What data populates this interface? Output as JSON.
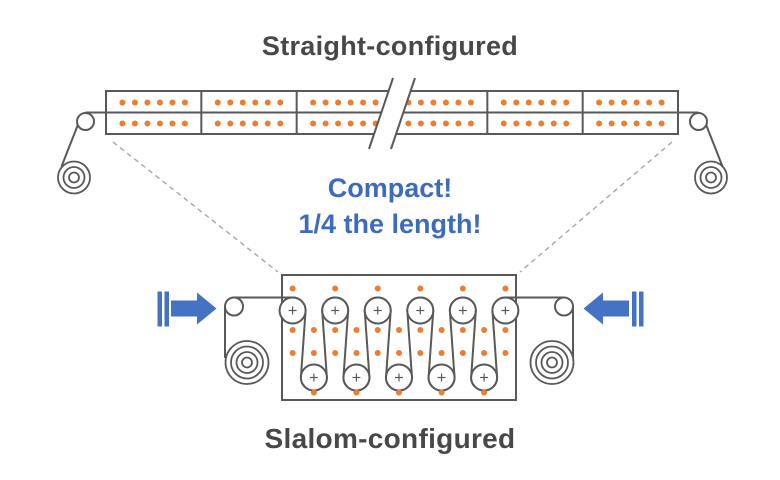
{
  "colors": {
    "background": "#FFFFFF",
    "outline": "#595959",
    "heater_dot": "#ED7D31",
    "arrow": "#4472C4",
    "accent_text": "#3D6BBE",
    "label_text": "#484848",
    "dashed_line": "#A6A6A6"
  },
  "straight": {
    "label": "Straight-configured",
    "segments": 6,
    "dot_rows_per_segment": 2,
    "dots_per_row_per_segment": 6,
    "has_break_mark": true
  },
  "callout": {
    "line1": "Compact!",
    "line2": "1/4 the length!"
  },
  "slalom": {
    "label": "Slalom-configured",
    "top_rollers": 6,
    "bottom_rollers": 5,
    "dot_columns_middle_rows": 11,
    "middle_dot_rows": 2
  },
  "icons": {
    "infeed_arrow": "filled-block-arrow",
    "web_roll": "concentric-coil",
    "guide_roller": "small-circle",
    "heater_dot": "filled-dot",
    "break_mark": "double-slash"
  }
}
